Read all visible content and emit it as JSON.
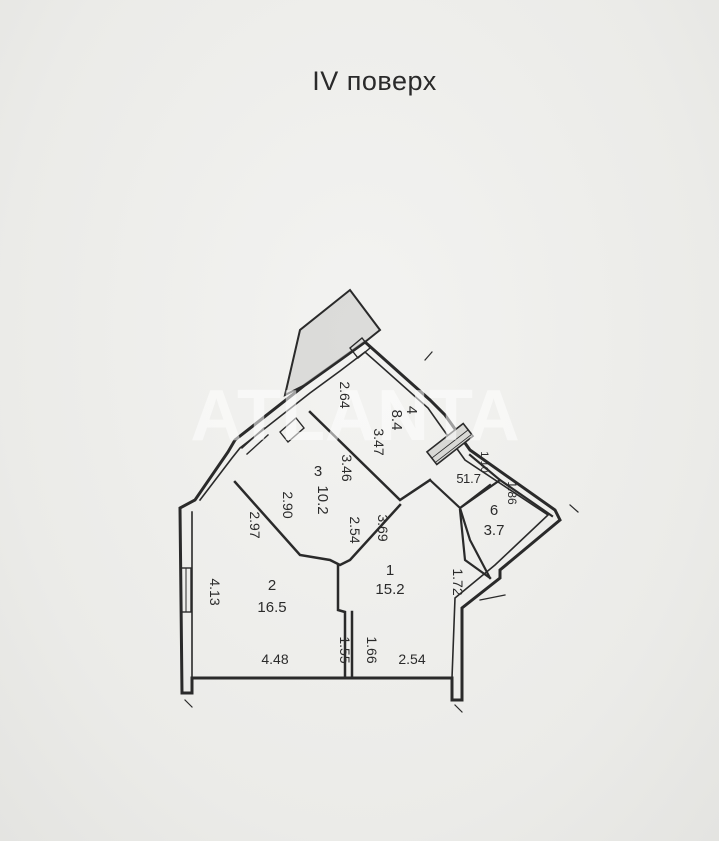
{
  "floor_label": "IV поверх",
  "watermark": "ATLANTA",
  "rooms": [
    {
      "number": "1",
      "area": "15.2"
    },
    {
      "number": "2",
      "area": "16.5"
    },
    {
      "number": "3",
      "area": "10.2"
    },
    {
      "number": "4",
      "area": "8.4"
    },
    {
      "number": "5",
      "area": "1.7"
    },
    {
      "number": "6",
      "area": "3.7"
    }
  ],
  "dimensions": {
    "d_2_64": "2.64",
    "d_3_47": "3.47",
    "d_3_46": "3.46",
    "d_2_90": "2.90",
    "d_2_97": "2.97",
    "d_2_54_mid": "2.54",
    "d_3_69": "3.69",
    "d_4_13": "4.13",
    "d_4_48": "4.48",
    "d_1_55": "1.55",
    "d_1_66": "1.66",
    "d_2_54_bottom": "2.54",
    "d_1_72": "1.72",
    "d_1_86": "1.86",
    "d_1_10": "1.10"
  },
  "colors": {
    "line": "#2a2a2a",
    "paper": "#ececea"
  }
}
